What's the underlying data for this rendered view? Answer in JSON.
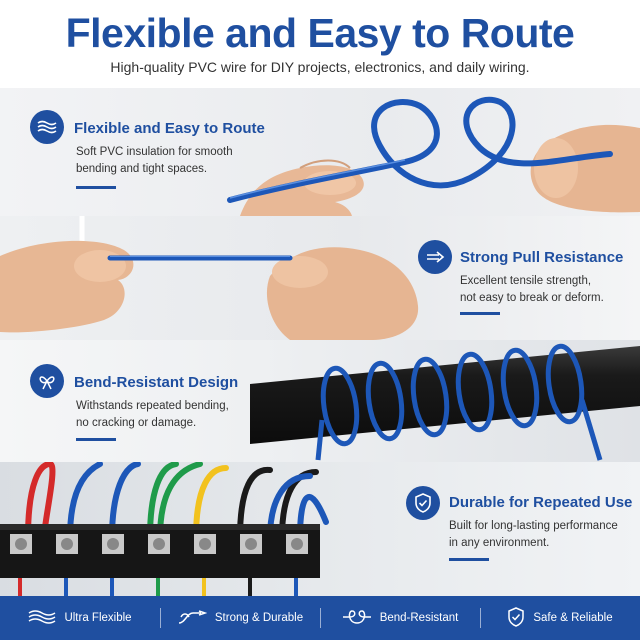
{
  "header": {
    "title": "Flexible and Easy to Route",
    "subtitle": "High-quality PVC wire for DIY projects, electronics, and daily wiring."
  },
  "features": [
    {
      "icon": "waves-icon",
      "title": "Flexible and Easy to Route",
      "desc_lines": [
        "Soft PVC insulation for smooth",
        "bending and tight spaces."
      ]
    },
    {
      "icon": "arrow-right-icon",
      "title": "Strong Pull Resistance",
      "desc_lines": [
        "Excellent tensile strength,",
        "not easy to break or deform."
      ]
    },
    {
      "icon": "ribbon-loop-icon",
      "title": "Bend-Resistant Design",
      "desc_lines": [
        "Withstands repeated bending,",
        "no cracking or damage."
      ]
    },
    {
      "icon": "shield-check-icon",
      "title": "Durable for Repeated Use",
      "desc_lines": [
        "Built for long-lasting performance",
        "in any environment."
      ]
    }
  ],
  "footer": {
    "items": [
      {
        "icon": "waves-icon",
        "label": "Ultra Flexible"
      },
      {
        "icon": "wire-icon",
        "label": "Strong & Durable"
      },
      {
        "icon": "loop-icon",
        "label": "Bend-Resistant"
      },
      {
        "icon": "shield-check-icon",
        "label": "Safe & Reliable"
      }
    ]
  },
  "colors": {
    "brand_blue": "#1f4fa0",
    "wire_blue": "#1d57b8",
    "text_dark": "#333333"
  }
}
